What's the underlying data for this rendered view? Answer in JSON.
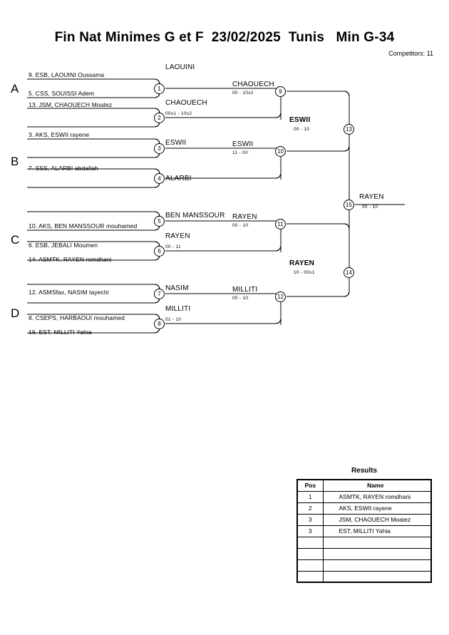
{
  "header": {
    "title": "Fin Nat Minimes G et F  23/02/2025  Tunis   Min G-34",
    "competitors": "Competitors: 11"
  },
  "sections": [
    {
      "letter": "A"
    },
    {
      "letter": "B"
    },
    {
      "letter": "C"
    },
    {
      "letter": "D"
    }
  ],
  "entries": [
    {
      "label": "9. ESB, LAOUINI Oussama"
    },
    {
      "label": ""
    },
    {
      "label": "5. CSS, SOUISSI Adem"
    },
    {
      "label": "13. JSM, CHAOUECH Moatez"
    },
    {
      "label": "3. AKS, ESWII rayene"
    },
    {
      "label": ""
    },
    {
      "label": "7. SSS, ALARBI abdallah"
    },
    {
      "label": ""
    },
    {
      "label": "10. AKS, BEN MANSSOUR mouhamed"
    },
    {
      "label": ""
    },
    {
      "label": "6. ESB, JEBALI Moumen"
    },
    {
      "label": "14. ASMTK, RAYEN romdhani"
    },
    {
      "label": "12. ASMSfax, NASIM tayechi"
    },
    {
      "label": ""
    },
    {
      "label": "8. CSEPS, HARBAOUI mouhamed"
    },
    {
      "label": "16. EST, MILLITI Yahia"
    }
  ],
  "matches": [
    {
      "num": "1",
      "winner": "LAOUINI",
      "score": "",
      "bold": false
    },
    {
      "num": "2",
      "winner": "CHAOUECH",
      "score": "00s1 - 10s2",
      "bold": false
    },
    {
      "num": "3",
      "winner": "ESWII",
      "score": "",
      "bold": false
    },
    {
      "num": "4",
      "winner": "ALARBI",
      "score": "",
      "bold": false
    },
    {
      "num": "5",
      "winner": "BEN MANSSOUR",
      "score": "",
      "bold": false
    },
    {
      "num": "6",
      "winner": "RAYEN",
      "score": "00 - 11",
      "bold": false
    },
    {
      "num": "7",
      "winner": "NASIM",
      "score": "",
      "bold": false
    },
    {
      "num": "8",
      "winner": "MILLITI",
      "score": "01 - 10",
      "bold": false
    },
    {
      "num": "9",
      "winner": "CHAOUECH",
      "score": "00 - 10s2",
      "bold": false
    },
    {
      "num": "10",
      "winner": "ESWII",
      "score": "11 - 00",
      "bold": false
    },
    {
      "num": "11",
      "winner": "RAYEN",
      "score": "00 - 10",
      "bold": false
    },
    {
      "num": "12",
      "winner": "MILLITI",
      "score": "00 - 10",
      "bold": false
    },
    {
      "num": "13",
      "winner": "ESWII",
      "score": "00 - 10",
      "bold": true
    },
    {
      "num": "14",
      "winner": "RAYEN",
      "score": "10 - 00s1",
      "bold": true
    },
    {
      "num": "15",
      "winner": "RAYEN",
      "score": "00 - 10",
      "bold": false
    }
  ],
  "results": {
    "title": "Results",
    "columns": [
      "Pos",
      "Name"
    ],
    "rows": [
      {
        "pos": "1",
        "name": "ASMTK, RAYEN romdhani"
      },
      {
        "pos": "2",
        "name": "AKS, ESWII rayene"
      },
      {
        "pos": "3",
        "name": "JSM, CHAOUECH Moatez"
      },
      {
        "pos": "3",
        "name": "EST, MILLITI Yahia"
      },
      {
        "pos": "",
        "name": ""
      },
      {
        "pos": "",
        "name": ""
      },
      {
        "pos": "",
        "name": ""
      },
      {
        "pos": "",
        "name": ""
      }
    ]
  },
  "colors": {
    "line": "#000000",
    "background": "#ffffff"
  }
}
